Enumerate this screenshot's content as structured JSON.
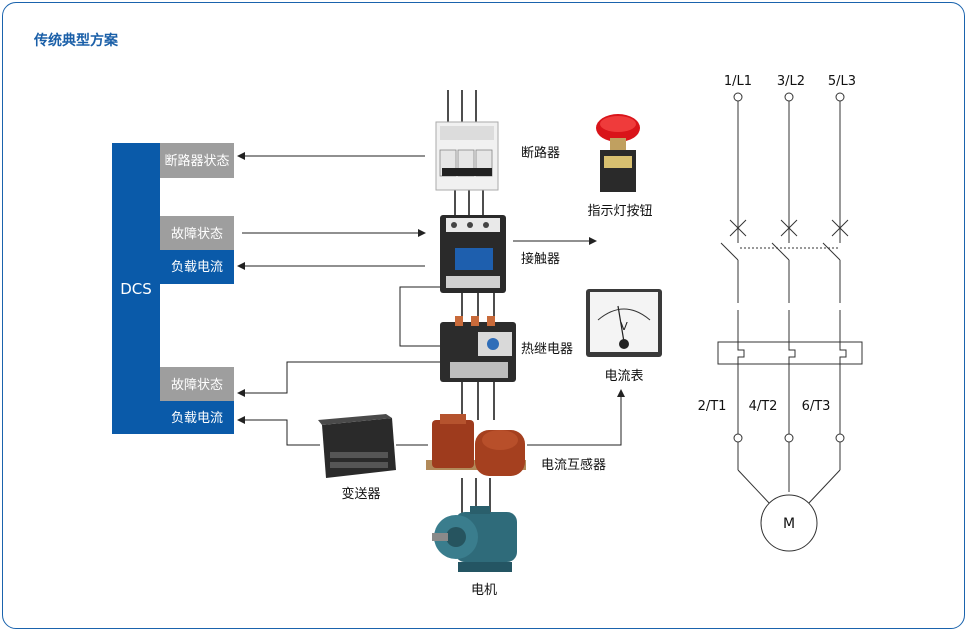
{
  "title": "传统典型方案",
  "dcs": {
    "label": "DCS",
    "signals": [
      "断路器状态",
      "故障状态",
      "负载电流",
      "故障状态",
      "负载电流"
    ]
  },
  "devices": {
    "breaker": "断路器",
    "contactor": "接触器",
    "thermal_relay": "热继电器",
    "current_transformer": "电流互感器",
    "transmitter": "变送器",
    "motor": "电机",
    "pilot_button": "指示灯按钮",
    "ammeter": "电流表",
    "ammeter_face_letter": "V"
  },
  "schematic": {
    "inputs": [
      "1/L1",
      "3/L2",
      "5/L3"
    ],
    "outputs": [
      "2/T1",
      "4/T2",
      "6/T3"
    ],
    "motor": "M"
  },
  "colors": {
    "accent_blue": "#0a5aa9",
    "gray_box": "#9e9e9e",
    "frame": "#1a63ad"
  }
}
